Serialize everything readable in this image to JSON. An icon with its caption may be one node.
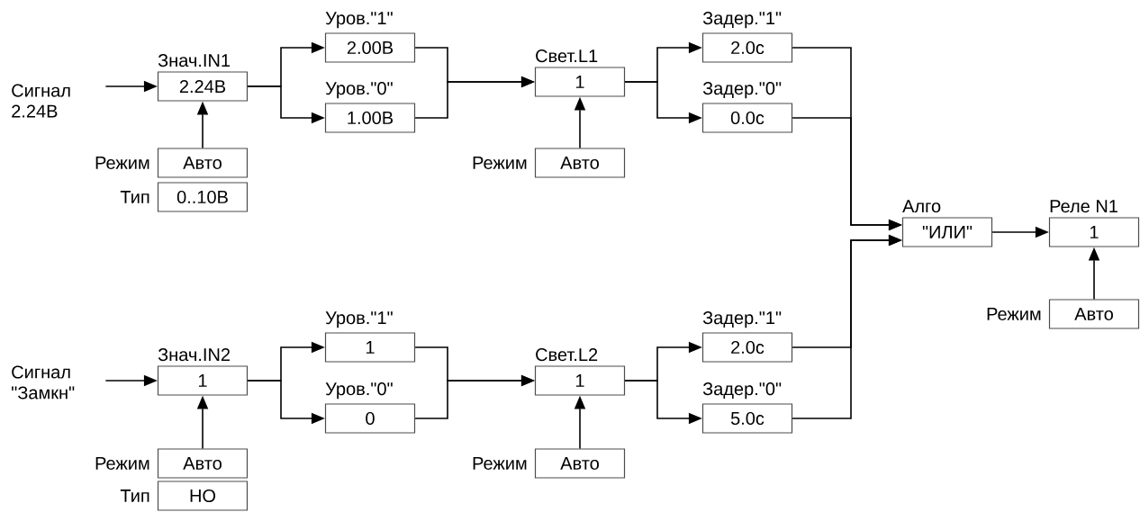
{
  "diagram": {
    "nodes": [
      {
        "text": [
          "Сигнал 2.24В"
        ]
      },
      {
        "text": [
          "Знач.IN1",
          "2.24В"
        ]
      },
      {
        "text": [
          "Режим",
          "Авто"
        ]
      },
      {
        "text": [
          "Тип",
          "0..10В"
        ]
      },
      {
        "text": [
          "Уров.\"1\"",
          "2.00В"
        ]
      },
      {
        "text": [
          "Уров.\"0\"",
          "1.00В"
        ]
      },
      {
        "text": [
          "Свет.L1",
          "1"
        ]
      },
      {
        "text": [
          "Режим",
          "Авто"
        ]
      },
      {
        "text": [
          "Задер.\"1\"",
          "2.0с"
        ]
      },
      {
        "text": [
          "Задер.\"0\"",
          "0.0с"
        ]
      },
      {
        "text": [
          "Алго",
          "\"ИЛИ\""
        ]
      },
      {
        "text": [
          "Реле N1",
          "1"
        ]
      },
      {
        "text": [
          "Режим",
          "Авто"
        ]
      },
      {
        "text": [
          "Сигнал \"Замкн\""
        ]
      },
      {
        "text": [
          "Знач.IN2",
          "1"
        ]
      },
      {
        "text": [
          "Режим",
          "Авто"
        ]
      },
      {
        "text": [
          "Тип",
          "НО"
        ]
      },
      {
        "text": [
          "Уров.\"1\"",
          "1"
        ]
      },
      {
        "text": [
          "Уров.\"0\"",
          "0"
        ]
      },
      {
        "text": [
          "Свет.L2",
          "1"
        ]
      },
      {
        "text": [
          "Режим",
          "Авто"
        ]
      },
      {
        "text": [
          "Задер.\"1\"",
          "2.0с"
        ]
      },
      {
        "text": [
          "Задер.\"0\"",
          "5.0с"
        ]
      }
    ],
    "edges": [
      {
        "from": 0,
        "to": 1,
        "arrow": "to"
      },
      {
        "from": 2,
        "to": 1,
        "arrow": "to"
      },
      {
        "from": 1,
        "to": 4,
        "arrow": "to"
      },
      {
        "from": 1,
        "to": 5,
        "arrow": "to"
      },
      {
        "from": 4,
        "to": 6,
        "arrow": "to"
      },
      {
        "from": 5,
        "to": 6,
        "arrow": "to"
      },
      {
        "from": 7,
        "to": 6,
        "arrow": "to"
      },
      {
        "from": 6,
        "to": 8,
        "arrow": "to"
      },
      {
        "from": 6,
        "to": 9,
        "arrow": "to"
      },
      {
        "from": 8,
        "to": 10,
        "arrow": "to"
      },
      {
        "from": 9,
        "to": 10,
        "arrow": "to"
      },
      {
        "from": 21,
        "to": 10,
        "arrow": "to"
      },
      {
        "from": 22,
        "to": 10,
        "arrow": "to"
      },
      {
        "from": 10,
        "to": 11,
        "arrow": "to"
      },
      {
        "from": 12,
        "to": 11,
        "arrow": "to"
      },
      {
        "from": 13,
        "to": 14,
        "arrow": "to"
      },
      {
        "from": 15,
        "to": 14,
        "arrow": "to"
      },
      {
        "from": 14,
        "to": 17,
        "arrow": "to"
      },
      {
        "from": 14,
        "to": 18,
        "arrow": "to"
      },
      {
        "from": 17,
        "to": 19,
        "arrow": "to"
      },
      {
        "from": 18,
        "to": 19,
        "arrow": "to"
      },
      {
        "from": 20,
        "to": 19,
        "arrow": "to"
      },
      {
        "from": 19,
        "to": 21,
        "arrow": "to"
      },
      {
        "from": 19,
        "to": 22,
        "arrow": "to"
      }
    ]
  }
}
